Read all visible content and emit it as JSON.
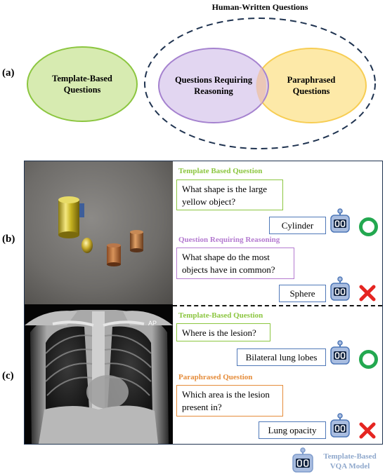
{
  "panel_a": {
    "label": "(a)",
    "group_title": "Human-Written Questions",
    "template_oval": "Template-Based Questions",
    "reasoning_oval": "Questions Requiring Reasoning",
    "paraphrased_oval": "Paraphrased Questions",
    "colors": {
      "template_fill": "#d7ebb1",
      "template_stroke": "#8cc640",
      "reasoning_fill": "#ddcfee",
      "reasoning_stroke": "#a582cf",
      "paraphrased_fill": "#fde9a8",
      "paraphrased_stroke": "#f7cd53",
      "dashed_stroke": "#1f3350"
    }
  },
  "panel_b": {
    "label": "(b)",
    "image": "3d-rendered-scene",
    "q1": {
      "heading": "Template Based Question",
      "heading_color": "#8cc640",
      "text": "What shape is the large yellow object?",
      "answer": "Cylinder",
      "result": "correct"
    },
    "q2": {
      "heading": "Question Requiring Reasoning",
      "heading_color": "#b47ad0",
      "text": "What shape do the most objects have in common?",
      "answer": "Sphere",
      "result": "incorrect"
    }
  },
  "panel_c": {
    "label": "(c)",
    "image": "chest-x-ray",
    "q1": {
      "heading": "Template-Based Question",
      "heading_color": "#8cc640",
      "text": "Where is the lesion?",
      "answer": "Bilateral lung lobes",
      "result": "correct"
    },
    "q2": {
      "heading": "Paraphrased Question",
      "heading_color": "#e58c3a",
      "text": "Which area is the lesion present in?",
      "answer": "Lung opacity",
      "result": "incorrect"
    }
  },
  "legend": {
    "line1": "Template-Based",
    "line2": "VQA Model",
    "text_color": "#8fa8cc",
    "robot_color": "#a9bde0"
  },
  "colors": {
    "correct": "#23a850",
    "incorrect": "#e52521",
    "answer_border": "#4f78b8",
    "frame": "#1f3350"
  }
}
